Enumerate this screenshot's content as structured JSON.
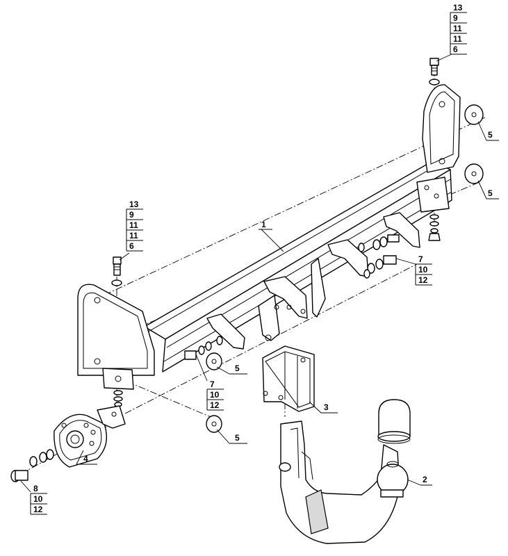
{
  "callouts": {
    "c1": {
      "label": "1"
    },
    "c2": {
      "label": "2"
    },
    "c3": {
      "label": "3"
    },
    "c4": {
      "label": "4"
    },
    "c5a": {
      "label": "5"
    },
    "c5b": {
      "label": "5"
    },
    "c5c": {
      "label": "5"
    },
    "c5d": {
      "label": "5"
    }
  },
  "stacks": {
    "top_right": [
      "13",
      "9",
      "11",
      "11",
      "6"
    ],
    "top_left": [
      "13",
      "9",
      "11",
      "11",
      "6"
    ],
    "mid_right": [
      "7",
      "10",
      "12"
    ],
    "mid_center": [
      "7",
      "10",
      "12"
    ],
    "bottom_left": [
      "8",
      "10",
      "12"
    ]
  }
}
